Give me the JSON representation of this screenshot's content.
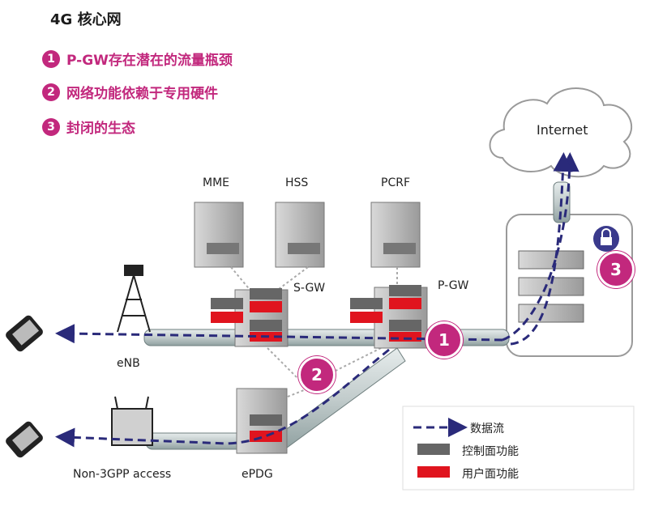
{
  "title": "4G 核心网",
  "bullets": [
    {
      "num": "1",
      "text": "P-GW存在潜在的流量瓶颈"
    },
    {
      "num": "2",
      "text": "网络功能依赖于专用硬件"
    },
    {
      "num": "3",
      "text": "封闭的生态"
    }
  ],
  "nodes": {
    "mme": "MME",
    "hss": "HSS",
    "pcrf": "PCRF",
    "sgw": "S-GW",
    "pgw": "P-GW",
    "enb": "eNB",
    "epdg": "ePDG",
    "non3gpp": "Non-3GPP access",
    "internet": "Internet"
  },
  "callouts": {
    "one": "1",
    "two": "2",
    "three": "3"
  },
  "legend": {
    "data_flow": "数据流",
    "control": "控制面功能",
    "user": "用户面功能"
  },
  "colors": {
    "accent": "#c2287d",
    "flow": "#2a2a7a",
    "tube": "#c9d3d3",
    "control_box": "#666666",
    "user_box": "#e0141e",
    "lock": "#3a3a8c"
  }
}
